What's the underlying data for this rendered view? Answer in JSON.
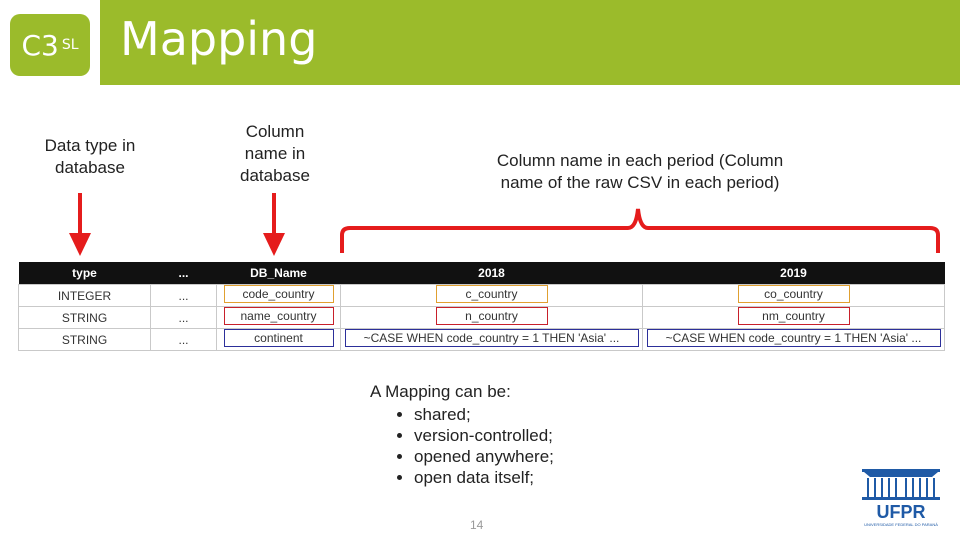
{
  "header": {
    "logo_main": "C3",
    "logo_sub": "SL",
    "title": "Mapping"
  },
  "labels": {
    "data_type": [
      "Data type in",
      "database"
    ],
    "column_name": [
      "Column",
      "name in",
      "database"
    ],
    "period": [
      "Column name in each period (Column",
      "name of the raw CSV in each period)"
    ]
  },
  "table": {
    "headers": [
      "type",
      "...",
      "DB_Name",
      "2018",
      "2019"
    ],
    "rows": [
      [
        "INTEGER",
        "...",
        "code_country",
        "c_country",
        "co_country"
      ],
      [
        "STRING",
        "...",
        "name_country",
        "n_country",
        "nm_country"
      ],
      [
        "STRING",
        "...",
        "continent",
        "~CASE WHEN code_country = 1 THEN 'Asia' ...",
        "~CASE WHEN code_country = 1 THEN 'Asia' ..."
      ]
    ],
    "row_box_colors": [
      "#e0a030",
      "#c8202a",
      "#2c2f9a"
    ]
  },
  "notes": {
    "intro": "A Mapping can be:",
    "bullets": [
      "shared;",
      "version-controlled;",
      "opened anywhere;",
      "open data itself;"
    ]
  },
  "footer": {
    "page_number": "14",
    "logo_text": "UFPR",
    "logo_subtext": "UNIVERSIDADE FEDERAL DO PARANÁ"
  },
  "colors": {
    "header_green": "#9bbb2b",
    "arrow_red": "#e51c1c",
    "table_header": "#111111"
  }
}
